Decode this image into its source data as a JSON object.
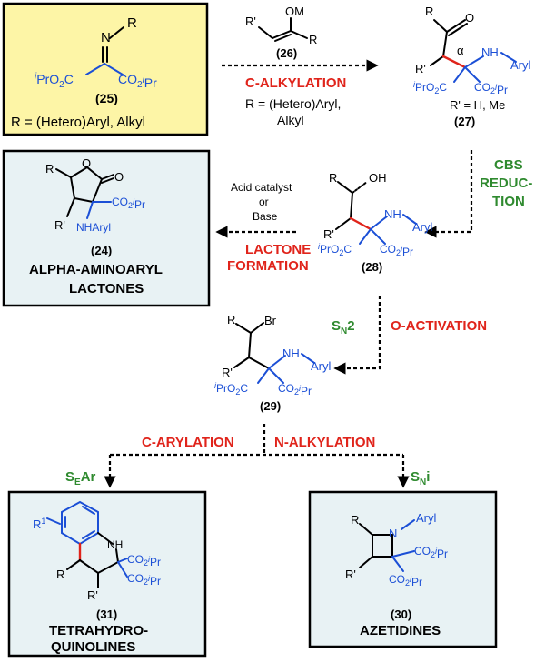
{
  "compounds": {
    "c25": {
      "number": "25",
      "r_group": "R = (Hetero)Aryl, Alkyl",
      "sub_R": "R",
      "sub_N": "N",
      "ester_left": "iPrO2C",
      "ester_right": "CO2iPr"
    },
    "c26": {
      "number": "26",
      "om": "OM",
      "r_prime": "R'",
      "r": "R"
    },
    "c27": {
      "number": "27",
      "r": "R",
      "alpha": "α",
      "r_prime": "R'",
      "nh": "NH",
      "aryl": "Aryl",
      "ester_left": "iPrO2C",
      "ester_right": "CO2iPr",
      "note": "R' = H, Me"
    },
    "c28": {
      "number": "28",
      "oh": "OH",
      "r": "R",
      "r_prime": "R'",
      "nh": "NH",
      "aryl": "Aryl",
      "ester_left": "iPrO2C",
      "ester_right": "CO2iPr"
    },
    "c29": {
      "number": "29",
      "br": "Br",
      "r": "R",
      "r_prime": "R'",
      "nh": "NH",
      "aryl": "Aryl",
      "ester_left": "iPrO2C",
      "ester_right": "CO2iPr"
    },
    "c24": {
      "number": "24",
      "r": "R",
      "o_ring": "O",
      "o_carbonyl": "O",
      "r_prime": "R'",
      "ester": "CO2iPr",
      "nhar": "NHAryl",
      "title_line1": "ALPHA-AMINOARYL",
      "title_line2": "LACTONES"
    },
    "c31": {
      "number": "31",
      "r1": "R1",
      "nh": "NH",
      "r": "R",
      "r_prime": "R'",
      "ester1": "CO2iPr",
      "ester2": "CO2iPr",
      "title_line1": "TETRAHYDRO-",
      "title_line2": "QUINOLINES"
    },
    "c30": {
      "number": "30",
      "r": "R",
      "n": "N",
      "aryl": "Aryl",
      "r_prime": "R'",
      "ester1": "CO2iPr",
      "ester2": "CO2iPr",
      "title": "AZETIDINES"
    }
  },
  "reactions": {
    "alkylation": {
      "label": "C-ALKYLATION",
      "sub": "R = (Hetero)Aryl,",
      "sub2": "Alkyl"
    },
    "cbs": {
      "line1": "CBS",
      "line2": "REDUC-",
      "line3": "TION"
    },
    "lactone": {
      "cond1": "Acid catalyst",
      "cond2": "or",
      "cond3": "Base",
      "label1": "LACTONE",
      "label2": "FORMATION"
    },
    "activation": {
      "sn2": "SN2",
      "label": "O-ACTIVATION"
    },
    "arylation": {
      "label": "C-ARYLATION",
      "mech": "SEAr"
    },
    "n_alkylation": {
      "label": "N-ALKYLATION",
      "mech": "SNi"
    }
  },
  "colors": {
    "highlight_box": "#fdf5a6",
    "product_box": "#e8f2f4",
    "red": "#e0241b",
    "blue": "#1b4fd6",
    "green": "#2f8a2f"
  }
}
